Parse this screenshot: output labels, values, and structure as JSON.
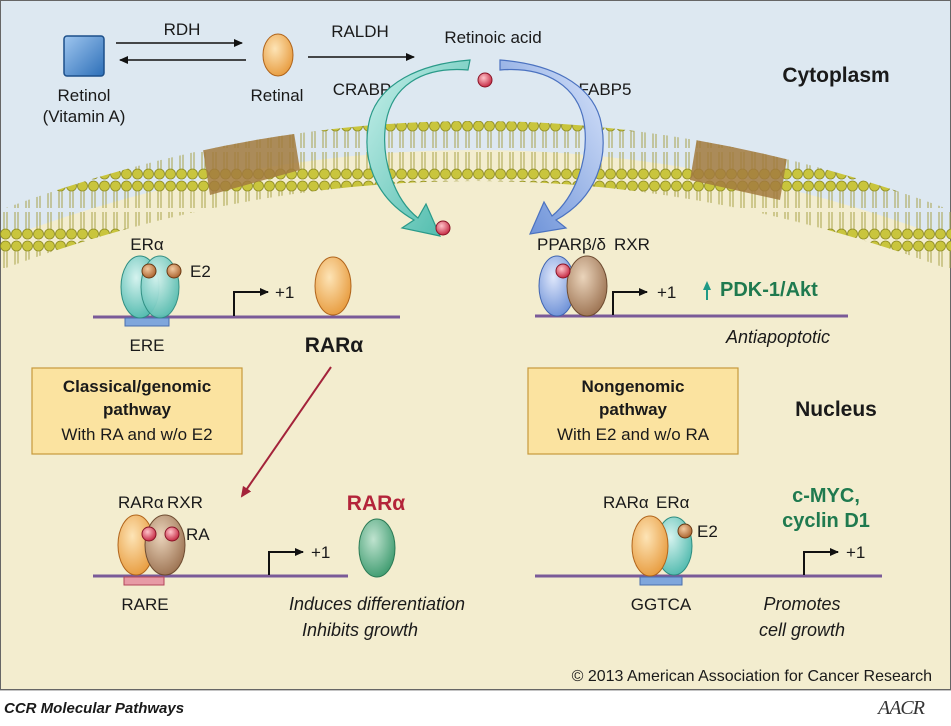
{
  "cytoplasm": {
    "retinol_1": "Retinol",
    "retinol_2": "(Vitamin A)",
    "rdh": "RDH",
    "retinal": "Retinal",
    "raldh": "RALDH",
    "retinoic_acid": "Retinoic acid",
    "crabp": "CRABP",
    "fabp5": "FABP5",
    "compartment": "Cytoplasm"
  },
  "nucleus": {
    "compartment": "Nucleus",
    "top_left": {
      "era": "ERα",
      "e2": "E2",
      "plus1": "+1",
      "ere": "ERE",
      "rara": "RARα"
    },
    "top_right": {
      "ppar": "PPARβ/δ",
      "rxr": "RXR",
      "plus1": "+1",
      "gene": "PDK-1/Akt",
      "effect": "Antiapoptotic"
    },
    "classical_box": {
      "title_1": "Classical/genomic",
      "title_2": "pathway",
      "sub": "With RA and w/o E2"
    },
    "nongenomic_box": {
      "title_1": "Nongenomic",
      "title_2": "pathway",
      "sub": "With E2 and w/o RA"
    },
    "bottom_left": {
      "rara": "RARα",
      "rxr": "RXR",
      "ra": "RA",
      "plus1": "+1",
      "rare": "RARE",
      "product": "RARα",
      "effect_1": "Induces differentiation",
      "effect_2": "Inhibits growth"
    },
    "bottom_right": {
      "rara": "RARα",
      "era": "ERα",
      "e2": "E2",
      "plus1": "+1",
      "site": "GGTCA",
      "gene_1": "c-MYC,",
      "gene_2": "cyclin D1",
      "effect_1": "Promotes",
      "effect_2": "cell growth"
    }
  },
  "copyright": "© 2013 American Association for Cancer Research",
  "footer": "CCR Molecular Pathways",
  "logo": "AACR",
  "colors": {
    "cytoplasm_bg": "#dde8f1",
    "nucleus_bg": "#f3edcf",
    "membrane_head": "#c2c23c",
    "raft": "#a27a3e",
    "box_fill": "#fbe3a0",
    "dna_line": "#7a5a98",
    "text_green": "#1f7a4f",
    "text_red": "#b3243a"
  }
}
